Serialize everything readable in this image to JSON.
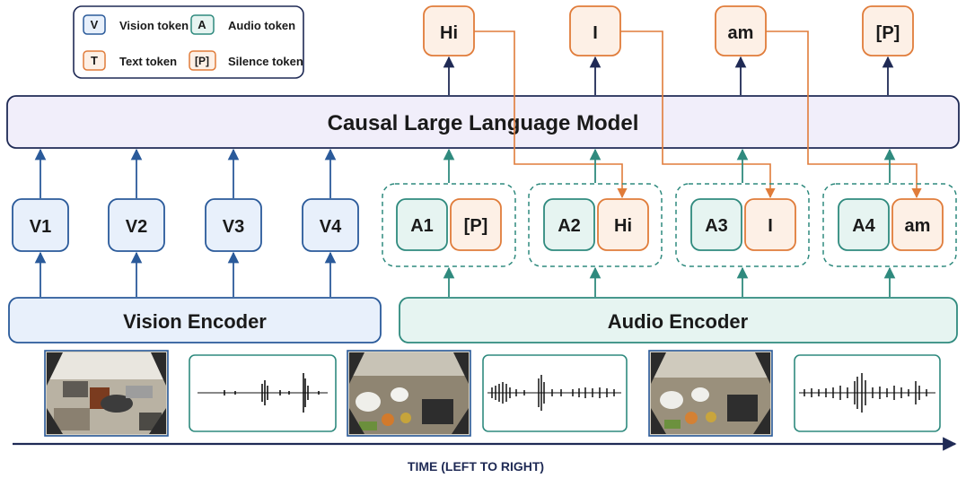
{
  "legend": {
    "vision": {
      "symbol": "V",
      "label": "Vision token"
    },
    "audio": {
      "symbol": "A",
      "label": "Audio token"
    },
    "text": {
      "symbol": "T",
      "label": "Text token"
    },
    "silence": {
      "symbol": "[P]",
      "label": "Silence token"
    }
  },
  "outputs": [
    "Hi",
    "I",
    "am",
    "[P]"
  ],
  "llm_label": "Causal Large Language Model",
  "vision_tokens": [
    "V1",
    "V2",
    "V3",
    "V4"
  ],
  "audio_groups": [
    {
      "audio": "A1",
      "text": "[P]"
    },
    {
      "audio": "A2",
      "text": "Hi"
    },
    {
      "audio": "A3",
      "text": "I"
    },
    {
      "audio": "A4",
      "text": "am"
    }
  ],
  "vision_encoder_label": "Vision Encoder",
  "audio_encoder_label": "Audio Encoder",
  "inputs": [
    {
      "kind": "frame",
      "name": "video-frame-1"
    },
    {
      "kind": "waveform",
      "name": "audio-waveform-1"
    },
    {
      "kind": "frame",
      "name": "video-frame-2"
    },
    {
      "kind": "waveform",
      "name": "audio-waveform-2"
    },
    {
      "kind": "frame",
      "name": "video-frame-3"
    },
    {
      "kind": "waveform",
      "name": "audio-waveform-3"
    }
  ],
  "time_label": "TIME (LEFT TO RIGHT)",
  "colors": {
    "vision_fill": "#e8f0fb",
    "vision_stroke": "#2a5a9a",
    "audio_fill": "#e6f4f1",
    "audio_stroke": "#2f8a7e",
    "text_fill": "#fdf0e6",
    "text_stroke": "#e07c3a",
    "llm_fill": "#f1eefa",
    "llm_stroke": "#1f2a55",
    "navy": "#1f2a55"
  }
}
